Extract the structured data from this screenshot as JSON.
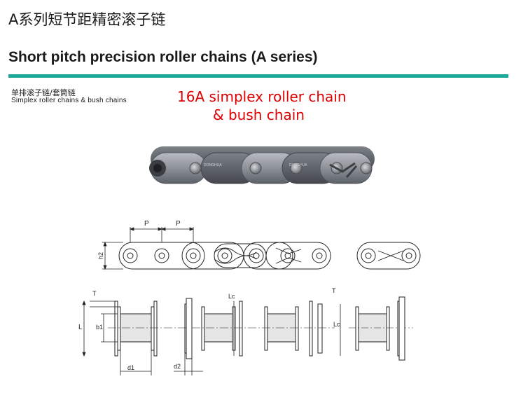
{
  "header": {
    "title_cn": "A系列短节距精密滚子链",
    "title_en": "Short pitch precision roller chains (A series)",
    "rule_color": "#1aa89a"
  },
  "subtitle": {
    "cn": "单排滚子链/套筒链",
    "en": "Simplex roller chains & bush chains"
  },
  "model": {
    "line1": "16A  simplex roller chain",
    "line2": "& bush chain",
    "color": "#e00000"
  },
  "photo": {
    "plate_marking": "DONGHUA"
  },
  "drawing": {
    "pitch_label": "P",
    "h2_label": "h2",
    "T_label": "T",
    "L_label": "L",
    "Lc_label": "Lc",
    "b1_label": "b1",
    "d1_label": "d1",
    "d2_label": "d2"
  }
}
